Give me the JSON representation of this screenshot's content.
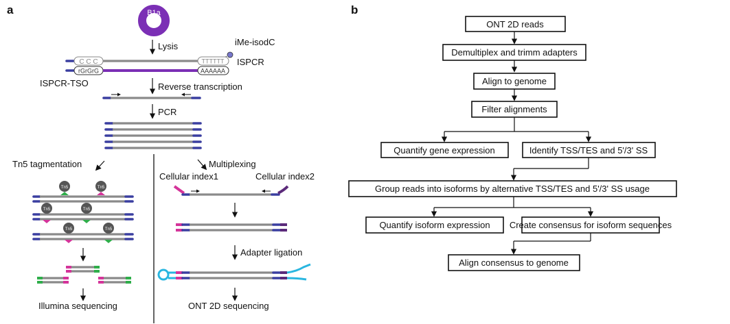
{
  "panel_a": {
    "letter": "a",
    "cell_label": "B1a",
    "lysis": "Lysis",
    "imeisodc": "iMe-isodC",
    "ispcr": "ISPCR",
    "ccc": "C C C",
    "tttttt": "TTTTTT",
    "rgrgrg": "rGrGrG",
    "aaaaaa": "AAAAAA",
    "ispcr_tso": "ISPCR-TSO",
    "reverse_transcription": "Reverse transcription",
    "pcr": "PCR",
    "tn5": "Tn5 tagmentation",
    "tn5_protein": "Tn5",
    "multiplexing": "Multiplexing",
    "cellular_index1": "Cellular index1",
    "cellular_index2": "Cellular index2",
    "adapter_ligation": "Adapter ligation",
    "illumina": "Illumina sequencing",
    "ont": "ONT 2D sequencing"
  },
  "panel_b": {
    "letter": "b",
    "steps": [
      "ONT 2D reads",
      "Demultiplex and trimm adapters",
      "Align to genome",
      "Filter alignments",
      "Quantify gene expression",
      "Identify TSS/TES and 5'/3' SS",
      "Group reads into isoforms by alternative TSS/TES and 5'/3' SS usage",
      "Quantify isoform expression",
      "Create consensus for isoform sequences",
      "Align consensus to genome"
    ]
  },
  "colors": {
    "purple": "#7b2fb5",
    "navy": "#3a3ea0",
    "grey_dna": "#8a8a8a",
    "magenta": "#d4349a",
    "green": "#2fae4a",
    "cyan": "#29b6e0",
    "dark_purple": "#5b2a7a"
  }
}
